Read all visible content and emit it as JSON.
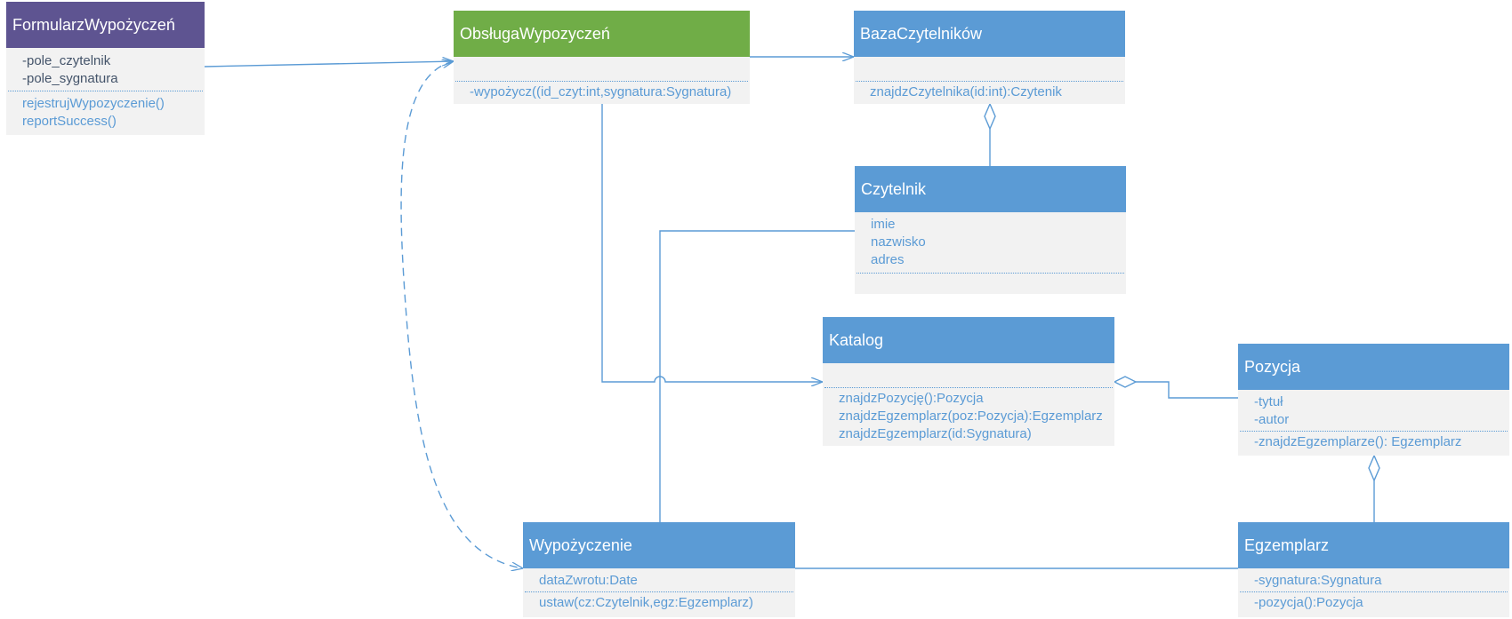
{
  "classes": {
    "formularz": {
      "name": "FormularzWypożyczeń",
      "attributes": [
        "-pole_czytelnik",
        "-pole_sygnatura"
      ],
      "operations": [
        "rejestrujWypozyczenie()",
        "reportSuccess()"
      ]
    },
    "obsluga": {
      "name": "ObsługaWypozyczeń",
      "attributes": [],
      "operations": [
        "-wypożycz((id_czyt:int,sygnatura:Sygnatura)"
      ]
    },
    "baza": {
      "name": "BazaCzytelników",
      "attributes": [],
      "operations": [
        "znajdzCzytelnika(id:int):Czytenik"
      ]
    },
    "czytelnik": {
      "name": "Czytelnik",
      "attributes": [
        "imie",
        "nazwisko",
        "adres"
      ],
      "operations": []
    },
    "katalog": {
      "name": "Katalog",
      "attributes": [],
      "operations": [
        "znajdzPozycję():Pozycja",
        "znajdzEgzemplarz(poz:Pozycja):Egzemplarz",
        "znajdzEgzemplarz(id:Sygnatura)"
      ]
    },
    "pozycja": {
      "name": "Pozycja",
      "attributes": [
        "-tytuł",
        "-autor"
      ],
      "operations": [
        "-znajdzEgzemplarze(): Egzemplarz"
      ]
    },
    "wypozyczenie": {
      "name": "Wypożyczenie",
      "attributes": [
        "dataZwrotu:Date"
      ],
      "operations": [
        "ustaw(cz:Czytelnik,egz:Egzemplarz)"
      ]
    },
    "egzemplarz": {
      "name": "Egzemplarz",
      "attributes": [
        "-sygnatura:Sygnatura"
      ],
      "operations": [
        "-pozycja():Pozycja"
      ]
    }
  },
  "colors": {
    "header_blue": "#5b9bd5",
    "header_green": "#70ad47",
    "header_purple": "#5e5491",
    "body_gray": "#f2f2f2",
    "connector": "#5b9bd5"
  }
}
